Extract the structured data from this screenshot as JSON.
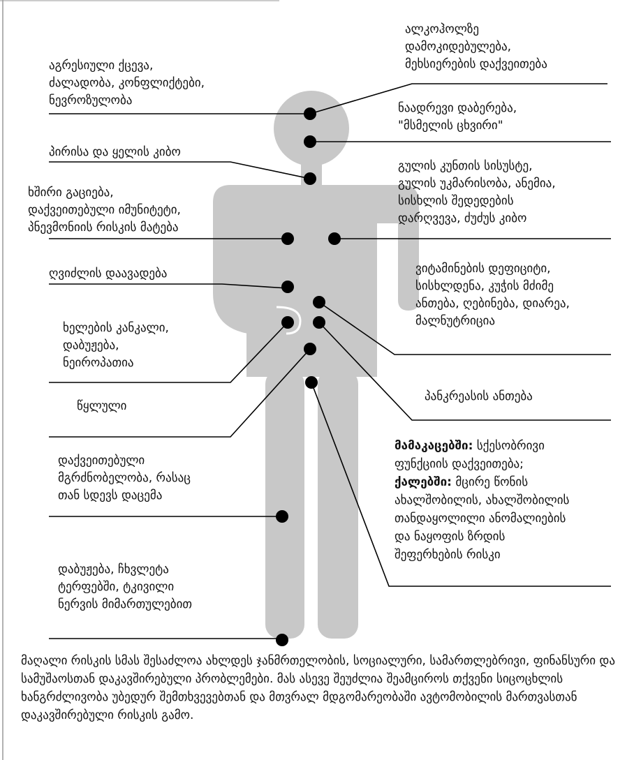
{
  "colors": {
    "body_silhouette": "#c8c8c8",
    "dot": "#000000",
    "line": "#000000",
    "background": "#ffffff"
  },
  "labels": {
    "alcohol": [
      "ალკოჰოლზე",
      "დამოკიდებულება,",
      "მეხსიერების დაქვეითება"
    ],
    "aggression": [
      "აგრესიული ქცევა,",
      "ძალადობა, კონფლიქტები,",
      "ნევროზულობა"
    ],
    "aging": [
      "ნაადრევი დაბერება,",
      "\"მსმელის ცხვირი\""
    ],
    "mouth_cancer": [
      "პირისა და ყელის კიბო"
    ],
    "heart": [
      "გულის კუნთის სისუსტე,",
      "გულის უკმარისობა, ანემია,",
      "სისხლის შედედების",
      "დარღვევა, ძუძუს კიბო"
    ],
    "infections": [
      "ხშირი გაციება,",
      "დაქვეითებული იმუნიტეტი,",
      "პნევმონიის რისკის მატება"
    ],
    "liver": [
      "ღვიძლის დაავადება"
    ],
    "vitamins": [
      "ვიტამინების დეფიციტი,",
      "სისხლდენა, კუჭის მძიმე",
      "ანთება, ღებინება, დიარეა,",
      "მალნუტრიცია"
    ],
    "hands": [
      "ხელების კანკალი,",
      "დაბუჟება,",
      "ნეიროპათია"
    ],
    "ulcer": [
      "წყლული"
    ],
    "pancreas": [
      "პანკრეასის ანთება"
    ],
    "sensitivity": [
      "დაქვეითებული",
      "მგრძნობელობა, რასაც",
      "თან სდევს დაცემა"
    ],
    "sexual": {
      "men_label": "მამაკაცებში:",
      "men_text": " სქესობრივი",
      "line2": "ფუნქციის დაქვეითება;",
      "women_label": "ქალებში:",
      "women_text": " მცირე წონის",
      "line4": "ახალშობილის, ახალშობილის",
      "line5": "თანდაყოლილი ანომალიების",
      "line6": "და ნაყოფის ზრდის",
      "line7": "შეფერხების რისკი"
    },
    "numbness": [
      "დაბუჟება, ჩხვლეტა",
      "ტერფებში, ტკივილი",
      "ნერვის მიმართულებით"
    ]
  },
  "footer": "მაღალი რისკის სმას შესაძლოა ახლდეს ჯანმრთელობის, სოციალური, სამართლებრივი, ფინანსური და სამუშაოსთან დაკავშირებული პრობლემები. მას ასევე შეუძლია შეამციროს თქვენი სიცოცხლის ხანგრძლივობა უბედურ შემთხვევებთან და მთვრალ მდგომარეობაში ავტომობილის მართვასთან დაკავშირებული რისკის გამო."
}
